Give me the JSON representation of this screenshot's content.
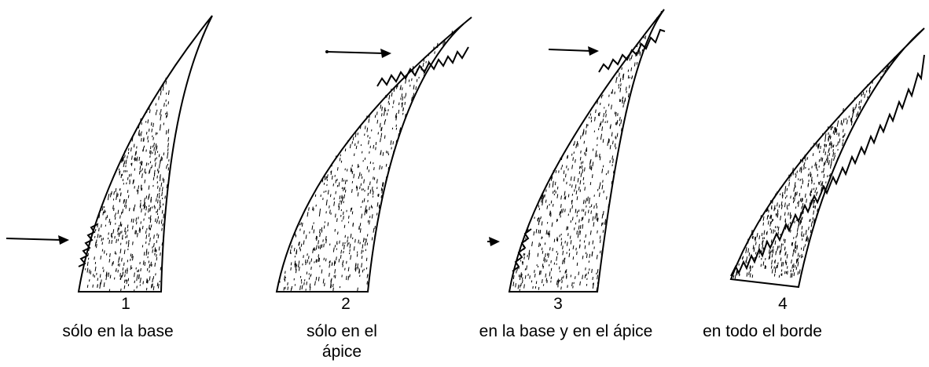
{
  "panels": [
    {
      "number": "1",
      "caption": "sólo en la base"
    },
    {
      "number": "2",
      "caption_line1": "sólo en el",
      "caption_line2": "ápice"
    },
    {
      "number": "3",
      "caption": "en la base y en el ápice"
    },
    {
      "number": "4",
      "caption": "en todo el borde"
    }
  ],
  "colors": {
    "ink": "#000000",
    "background": "#ffffff"
  }
}
